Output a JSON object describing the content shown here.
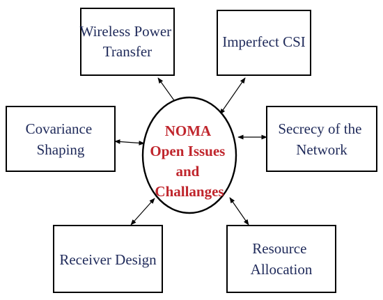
{
  "center": {
    "lines": [
      "NOMA",
      "Open Issues",
      "and",
      "Challanges"
    ]
  },
  "topics": {
    "wireless_power": {
      "lines": [
        "Wireless Power",
        "Transfer"
      ]
    },
    "imperfect_csi": {
      "lines": [
        "Imperfect CSI"
      ]
    },
    "covariance": {
      "lines": [
        "Covariance",
        "Shaping"
      ]
    },
    "secrecy": {
      "lines": [
        "Secrecy of the",
        "Network"
      ]
    },
    "receiver": {
      "lines": [
        "Receiver Design"
      ]
    },
    "resource": {
      "lines": [
        "Resource",
        "Allocation"
      ]
    }
  },
  "colors": {
    "topic_text": "#1f2a5a",
    "center_text": "#c0262d",
    "outline": "#000000"
  }
}
